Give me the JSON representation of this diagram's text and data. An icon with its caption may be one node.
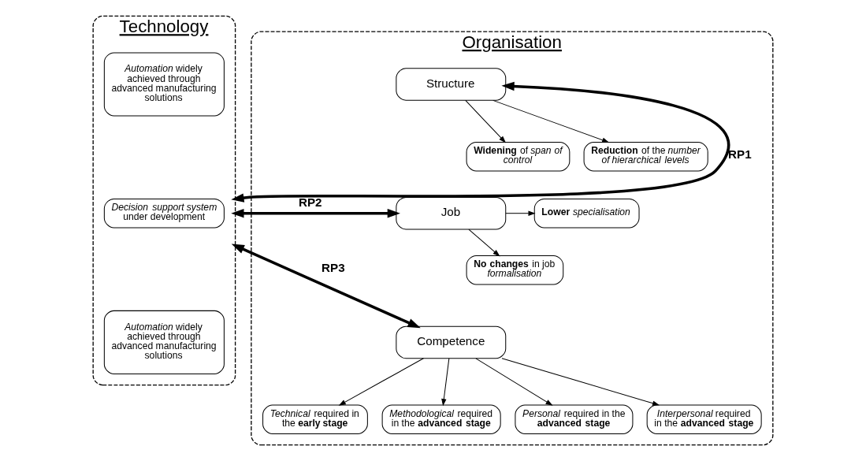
{
  "diagram": {
    "nodes": [
      {
        "text": [
          "Organisation"
        ]
      },
      {
        "text": [
          "**Reduction** of the *number of hierarchical levels*"
        ],
        "in": 0
      },
      {
        "text": [
          "**Widening** of *span of control*"
        ],
        "in": 0
      },
      {
        "text": [
          "Structure"
        ],
        "in": 0
      },
      {
        "text": [
          "**Lower** *specialisation*"
        ],
        "in": 0
      },
      {
        "text": [
          "Job"
        ],
        "in": 0
      },
      {
        "text": [
          "**No changes** in job *formalisation*"
        ],
        "in": 0
      },
      {
        "text": [
          "Competence"
        ],
        "in": 0
      },
      {
        "text": [
          "*Technical* required in the **early stage**"
        ],
        "in": 0
      },
      {
        "text": [
          "*Methodological* required in the **advanced stage**"
        ],
        "in": 0
      },
      {
        "text": [
          "*Personal* required in the **advanced stage**"
        ],
        "in": 0
      },
      {
        "text": [
          "*Interpersonal* required in the **advanced stage**"
        ],
        "in": 0
      },
      {
        "text": [
          "Technology"
        ]
      },
      {
        "text": [
          "*Automation* widely achieved through advanced manufacturing solutions"
        ],
        "in": 12
      },
      {
        "text": [
          "*Decision support system* under development"
        ],
        "in": 12
      },
      {
        "text": [
          "*Automation* widely achieved through advanced manufacturing solutions"
        ],
        "in": 12
      }
    ],
    "edges": [
      {
        "from": 3,
        "to": 1,
        "arrow": "to"
      },
      {
        "from": 3,
        "to": 2,
        "arrow": "to"
      },
      {
        "from": 5,
        "to": 4,
        "arrow": "to"
      },
      {
        "from": 5,
        "to": 6,
        "arrow": "to"
      },
      {
        "from": 7,
        "to": 8,
        "arrow": "to"
      },
      {
        "from": 7,
        "to": 9,
        "arrow": "to"
      },
      {
        "from": 7,
        "to": 10,
        "arrow": "to"
      },
      {
        "from": 7,
        "to": 11,
        "arrow": "to"
      },
      {
        "from": 3,
        "to": 12,
        "arrow": "both",
        "label": "RP1",
        "style": "thick"
      },
      {
        "from": 5,
        "to": 12,
        "arrow": "both",
        "label": "RP2",
        "style": "thick"
      },
      {
        "from": 7,
        "to": 12,
        "arrow": "both",
        "label": "RP3",
        "style": "thick"
      }
    ]
  }
}
